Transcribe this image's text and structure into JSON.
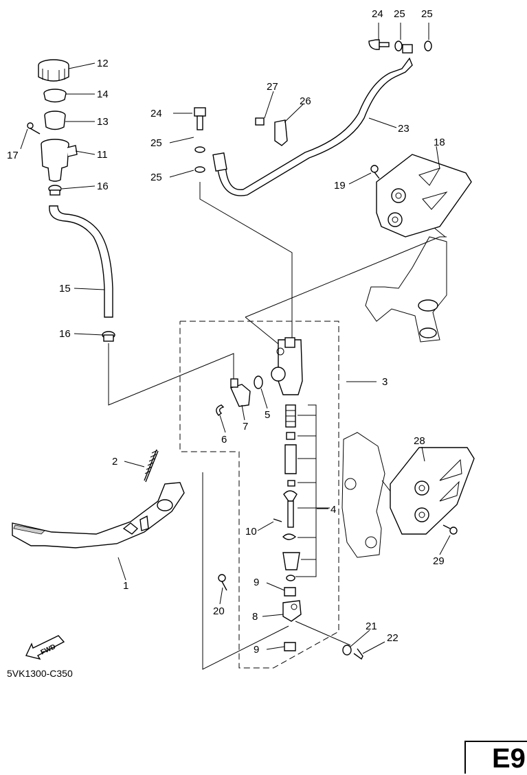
{
  "diagram": {
    "reference_code": "5VK1300-C350",
    "page_code": "E9",
    "fwd_label": "FWD",
    "callouts": [
      "1",
      "2",
      "3",
      "4",
      "5",
      "6",
      "7",
      "8",
      "9",
      "9",
      "10",
      "11",
      "12",
      "13",
      "14",
      "15",
      "16",
      "16",
      "17",
      "18",
      "19",
      "20",
      "21",
      "22",
      "23",
      "24",
      "24",
      "25",
      "25",
      "25",
      "25",
      "26",
      "27",
      "28",
      "29"
    ]
  }
}
